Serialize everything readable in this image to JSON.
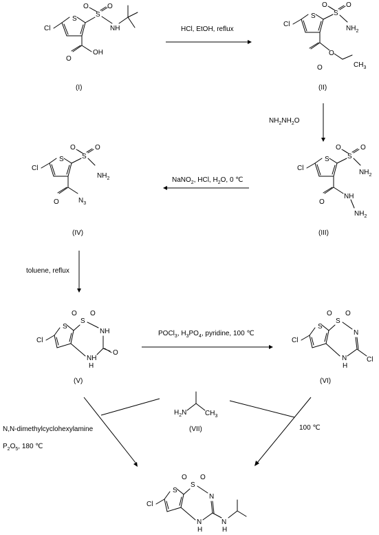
{
  "compounds": [
    {
      "id": "I",
      "label": "(I)"
    },
    {
      "id": "II",
      "label": "(II)"
    },
    {
      "id": "III",
      "label": "(III)"
    },
    {
      "id": "IV",
      "label": "(IV)"
    },
    {
      "id": "V",
      "label": "(V)"
    },
    {
      "id": "VI",
      "label": "(VI)"
    },
    {
      "id": "VII",
      "label": "(VII)"
    }
  ],
  "atoms": {
    "cl": "Cl",
    "s": "S",
    "o": "O",
    "n": "N",
    "h": "H",
    "nh": "NH",
    "oh": "OH",
    "nh2": "NH",
    "two": "2",
    "three": "3",
    "ch3": "CH",
    "n3": "N"
  },
  "reactions": {
    "r1": "HCl, EtOH, reflux",
    "r2_a": "NH",
    "r2_b": "NH",
    "r2_c": "O",
    "r2_d": "2",
    "r2_e": "2",
    "r3_a": "NaNO",
    "r3_b": "2",
    "r3_c": ", HCl, H",
    "r3_d": "2",
    "r3_e": "O, 0 ℃",
    "r4": "toluene, reflux",
    "r5_a": "POCl",
    "r5_b": "3",
    "r5_c": ", H",
    "r5_d": "3",
    "r5_e": "PO",
    "r5_f": "4",
    "r5_g": ", pyridine, 100 ℃",
    "r6_line1": "N,N-dimethylcyclohexylamine",
    "r6_a": "P",
    "r6_b": "2",
    "r6_c": "O",
    "r6_d": "5",
    "r6_e": ", 180 ℃",
    "r7": "100 ℃"
  }
}
